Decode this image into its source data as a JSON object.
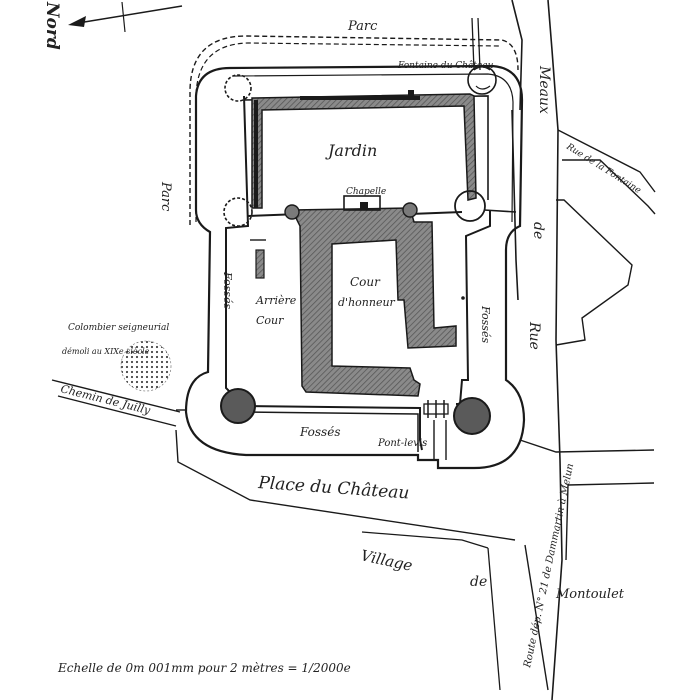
{
  "labels": {
    "nord": "Nord",
    "parc_top": "Parc",
    "parc_left": "Parc",
    "fontaine": "Fontaine du Château",
    "meaux": "Meaux",
    "rue_fontaine": "Rue de la Fontaine",
    "jardin": "Jardin",
    "chapelle": "Chapelle",
    "de": "de",
    "cour_honneur": "Cour d'honneur",
    "arriere_cour": "Arrière Cour",
    "fosses_left": "Fossés",
    "fosses_right": "Fossés",
    "fosses_bottom": "Fossés",
    "rue": "Rue",
    "colombier_1": "Colombier seigneurial",
    "colombier_2": "démoli au XIXe siècle",
    "chemin_juilly": "Chemin de Juilly",
    "pont_levis": "Pont-levis",
    "place": "Place du Château",
    "dammartin": "Route dép. N° 21 de Dammartin à Melun",
    "village": "Village",
    "village_de": "de",
    "montoulet": "Montoulet",
    "echelle": "Echelle de 0m 001mm pour 2 mètres = 1/2000e"
  }
}
